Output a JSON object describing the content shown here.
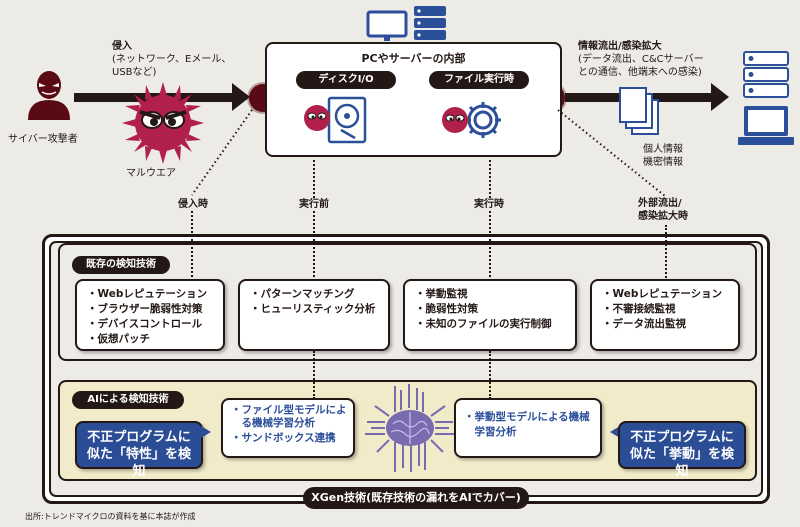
{
  "top_flow": {
    "attacker_label": "サイバー攻撃者",
    "malware_label": "マルウエア",
    "intrusion": {
      "title": "侵入",
      "detail_lines": [
        "(ネットワーク、Eメール、",
        "USBなど)"
      ]
    },
    "pc_box": {
      "title": "PCやサーバーの内部",
      "disk_io_label": "ディスクI/O",
      "file_exec_label": "ファイル実行時"
    },
    "leak": {
      "title": "情報流出/感染拡大",
      "detail_lines": [
        "(データ流出、C&Cサーバー",
        "との通信、他端末への感染)"
      ]
    },
    "data_label_lines": [
      "個人情報",
      "機密情報"
    ]
  },
  "timing_labels": {
    "intrusion": "侵入時",
    "before_exec": "実行前",
    "during_exec": "実行時",
    "external_leak_lines": [
      "外部流出/",
      "感染拡大時"
    ]
  },
  "existing_tech": {
    "label": "既存の検知技術",
    "cards": [
      {
        "items": [
          "・Webレピュテーション",
          "・ブラウザー脆弱性対策",
          "・デバイスコントロール",
          "・仮想パッチ"
        ]
      },
      {
        "items": [
          "・パターンマッチング",
          "・ヒューリスティック分析"
        ]
      },
      {
        "items": [
          "・挙動監視",
          "・脆弱性対策",
          "・未知のファイルの実行制御"
        ]
      },
      {
        "items": [
          "・Webレピュテーション",
          "・不審接続監視",
          "・データ流出監視"
        ]
      }
    ]
  },
  "ai_tech": {
    "label": "AIによる検知技術",
    "left_callout_lines": [
      "不正プログラムに",
      "似た「特性」を検知"
    ],
    "left_card_items": [
      "・ファイル型モデルによ",
      "　る機械学習分析",
      "・サンドボックス連携"
    ],
    "right_card_items": [
      "・挙動型モデルによる機械",
      "　学習分析"
    ],
    "right_callout_lines": [
      "不正プログラムに",
      "似た「挙動」を検知"
    ]
  },
  "xgen_label": "XGen技術(既存技術の漏れをAIでカバー)",
  "source_note": "出所:トレンドマイクロの資料を基に本誌が作成",
  "colors": {
    "dark": "#231815",
    "malware": "#b0204a",
    "node": "#5a0a14",
    "device_blue": "#2c4f9a",
    "callout_blue": "#2b4d96",
    "ai_bg": "#f1ebc9",
    "brain_purple": "#7a6bb0"
  }
}
